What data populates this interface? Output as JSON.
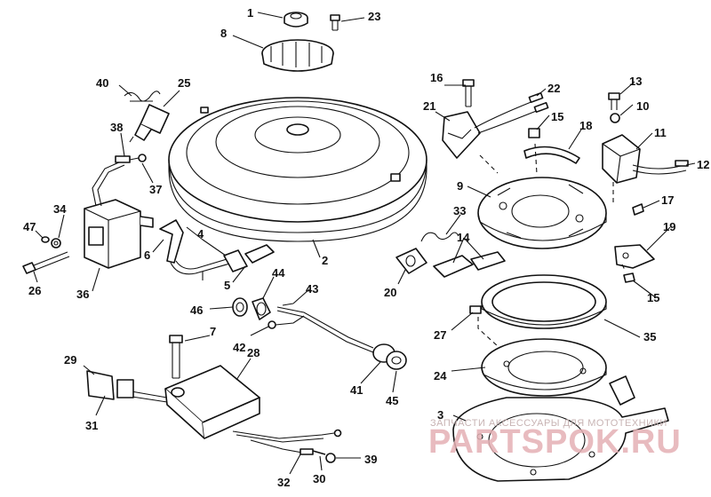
{
  "diagram": {
    "callouts": [
      "1",
      "2",
      "3",
      "4",
      "5",
      "6",
      "7",
      "8",
      "9",
      "10",
      "11",
      "12",
      "13",
      "14",
      "15",
      "15",
      "16",
      "17",
      "18",
      "19",
      "20",
      "21",
      "22",
      "23",
      "24",
      "25",
      "26",
      "27",
      "28",
      "29",
      "30",
      "31",
      "32",
      "33",
      "34",
      "35",
      "36",
      "37",
      "38",
      "39",
      "40",
      "41",
      "42",
      "43",
      "44",
      "45",
      "46",
      "47"
    ]
  },
  "watermark": {
    "caption": "ЗАПЧАСТИ АКСЕССУАРЫ ДЛЯ МОТОТЕХНИКИ",
    "brand": "PARTSPOK.RU"
  },
  "colors": {
    "ink": "#111111",
    "watermark": "#e4b0b4"
  }
}
